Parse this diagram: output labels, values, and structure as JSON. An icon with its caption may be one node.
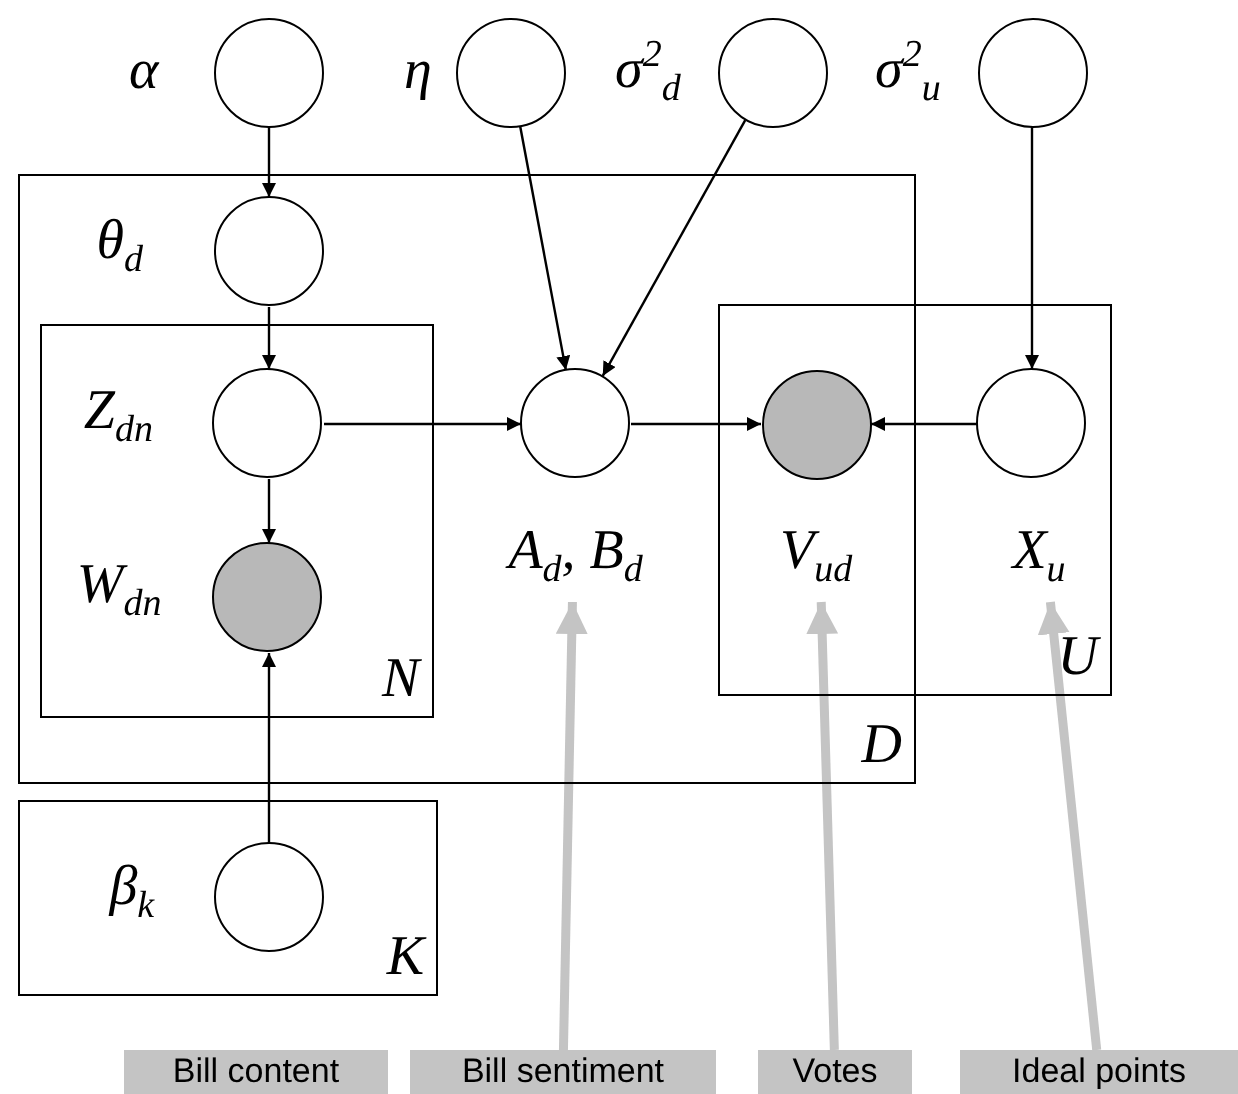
{
  "diagram": {
    "nodes": [
      {
        "text": [],
        "shape": "circle",
        "beside": [
          "α"
        ]
      },
      {
        "text": [],
        "shape": "circle",
        "beside": [
          "η"
        ]
      },
      {
        "text": [],
        "shape": "circle",
        "beside": [
          "σ$^{2}$$_{d}$"
        ]
      },
      {
        "text": [],
        "shape": "circle",
        "beside": [
          "σ$^{2}$$_{u}$"
        ]
      },
      {
        "text": [
          "D"
        ]
      },
      {
        "text": [],
        "shape": "circle",
        "beside": [
          "θ$_{d}$"
        ],
        "in": 4
      },
      {
        "text": [
          "N"
        ],
        "in": 4
      },
      {
        "text": [],
        "shape": "circle",
        "beside": [
          "Z$_{dn}$"
        ],
        "in": 6
      },
      {
        "text": [],
        "shape": "circle",
        "beside": [
          "W$_{dn}$"
        ],
        "in": 6
      },
      {
        "text": [],
        "shape": "circle",
        "beside": [
          "A$_{d}$, B$_{d}$"
        ],
        "in": 4
      },
      {
        "text": [
          "U"
        ]
      },
      {
        "text": [],
        "shape": "circle",
        "beside": [
          "V$_{ud}$"
        ]
      },
      {
        "text": [],
        "shape": "circle",
        "beside": [
          "X$_{u}$"
        ],
        "in": 10
      },
      {
        "text": [
          "K"
        ]
      },
      {
        "text": [],
        "shape": "circle",
        "beside": [
          "β$_{k}$"
        ],
        "in": 13
      },
      {
        "text": [
          "Bill content"
        ]
      },
      {
        "text": [
          "Bill sentiment"
        ]
      },
      {
        "text": [
          "Votes"
        ]
      },
      {
        "text": [
          "Ideal points"
        ]
      }
    ],
    "edges": [
      {
        "from": 0,
        "to": 5,
        "arrow": "to"
      },
      {
        "from": 5,
        "to": 7,
        "arrow": "to"
      },
      {
        "from": 7,
        "to": 8,
        "arrow": "to"
      },
      {
        "from": 7,
        "to": 9,
        "arrow": "to"
      },
      {
        "from": 1,
        "to": 9,
        "arrow": "to"
      },
      {
        "from": 2,
        "to": 9,
        "arrow": "to"
      },
      {
        "from": 9,
        "to": 11,
        "arrow": "to"
      },
      {
        "from": 12,
        "to": 11,
        "arrow": "to"
      },
      {
        "from": 3,
        "to": 12,
        "arrow": "to"
      },
      {
        "from": 14,
        "to": 8,
        "arrow": "to"
      },
      {
        "from": 16,
        "to": 9,
        "arrow": "to",
        "style": "thick",
        "color": "#c4c4c4"
      },
      {
        "from": 17,
        "to": 11,
        "arrow": "to",
        "style": "thick",
        "color": "#c4c4c4"
      },
      {
        "from": 18,
        "to": 12,
        "arrow": "to",
        "style": "thick",
        "color": "#c4c4c4"
      }
    ]
  }
}
